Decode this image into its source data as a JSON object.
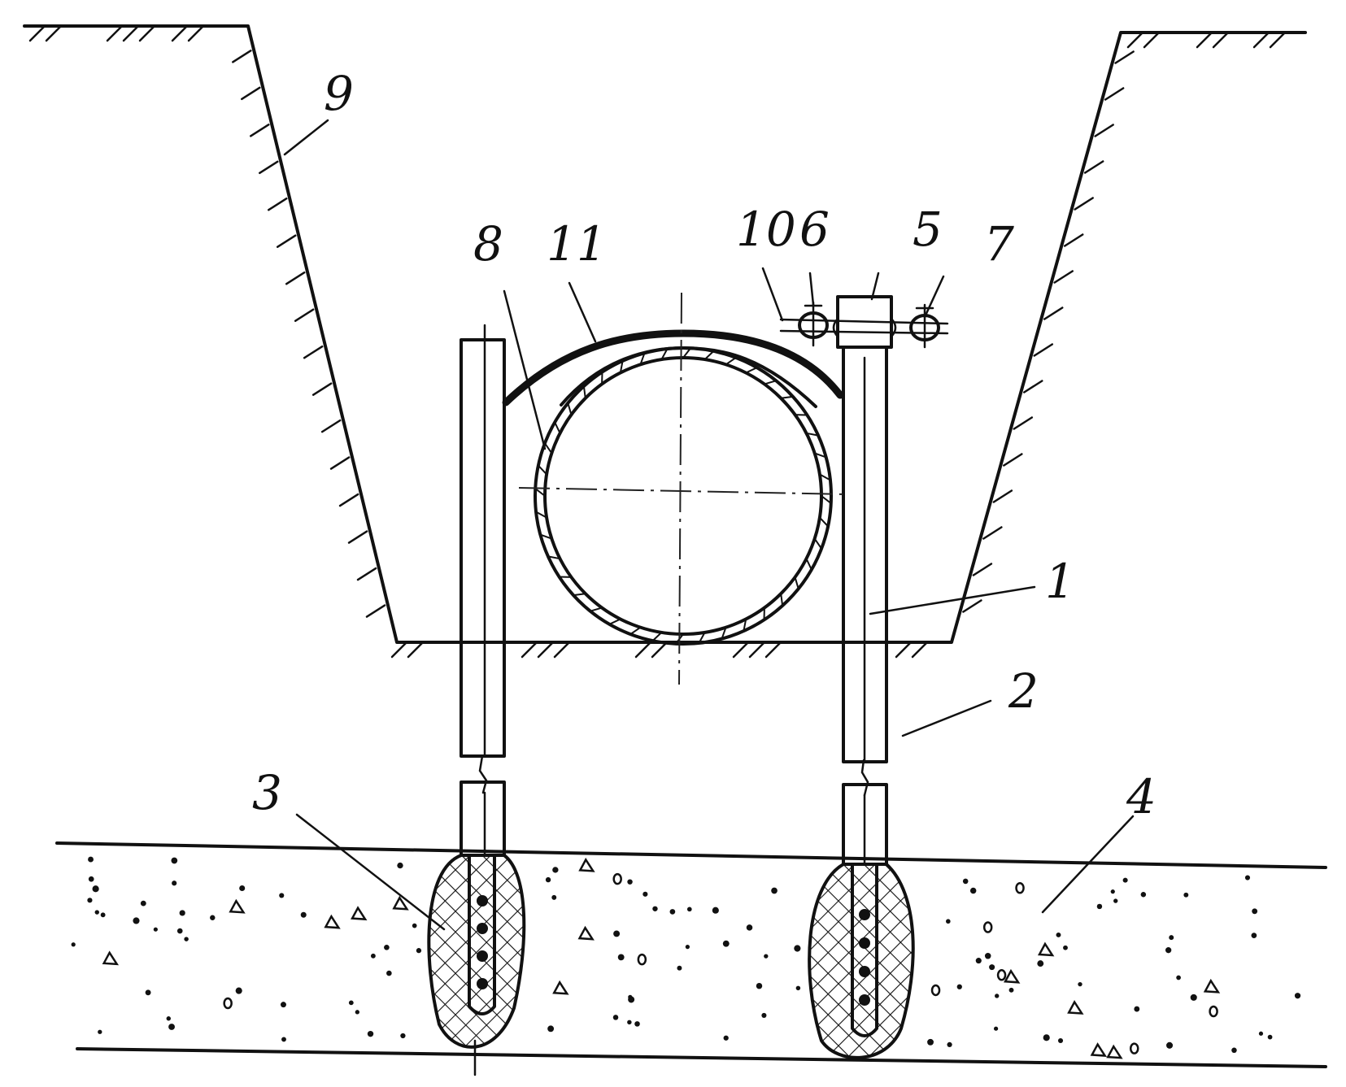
{
  "labels": [
    "1",
    "2",
    "3",
    "4",
    "5",
    "6",
    "7",
    "8",
    "9",
    "10",
    "11"
  ],
  "colors": {
    "ink": "#111111",
    "background": "#ffffff"
  }
}
